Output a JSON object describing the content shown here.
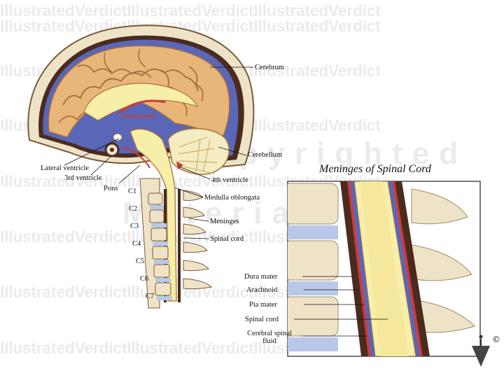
{
  "watermark": {
    "text": "IllustratedVerdictIllustratedVerdictIllustratedVerdict",
    "overlay_word1": "Copyrighted",
    "overlay_word2": "Material"
  },
  "inset": {
    "title": "Meninges of Spinal Cord",
    "labels": {
      "dura_mater": "Dura mater",
      "arachnoid": "Arachnoid",
      "pia_mater": "Pia mater",
      "spinal_cord": "Spinal cord",
      "csf_line1": "Cerebral spinal",
      "csf_line2": "fluid"
    }
  },
  "brain": {
    "labels": {
      "cerebrum": "Cerebrum",
      "cerebellum": "Cerebellum",
      "lateral_ventricle": "Lateral ventricle",
      "third_ventricle": "3rd ventricle",
      "fourth_ventricle": "4th ventricle",
      "pons": "Pons",
      "medulla": "Medulla oblongata",
      "meninges": "Meninges",
      "spinal_cord": "Spinal cord"
    },
    "vertebrae": [
      "C1",
      "C2",
      "C3",
      "C4",
      "C5",
      "C6",
      "C7"
    ]
  },
  "copyright_symbol": "©",
  "colors": {
    "brain": "#e9b679",
    "brain_fold": "#a9713f",
    "ventricle": "#5a66b8",
    "bone": "#efe3c7",
    "bone_edge": "#7a5a3a",
    "cord": "#f7eea7",
    "dura": "#4a2b1e",
    "red": "#cc3b3b",
    "disc": "#b8c8e8"
  }
}
